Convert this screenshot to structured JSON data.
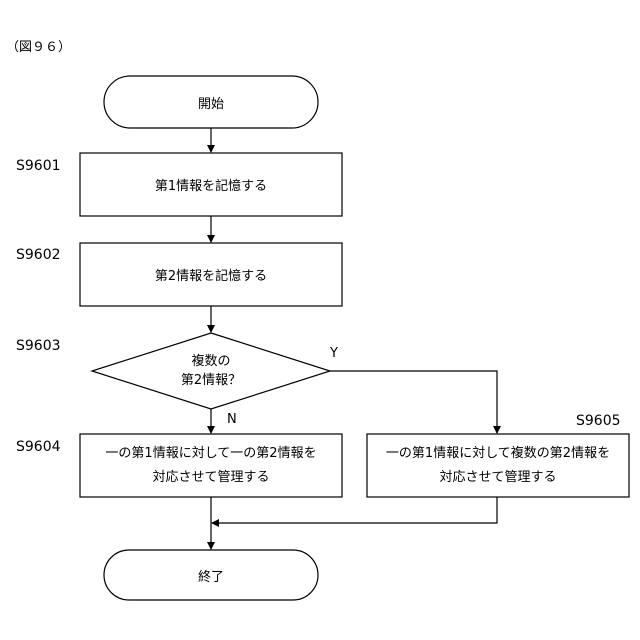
{
  "figure_label": "（図９６）",
  "nodes": {
    "start": "開始",
    "s9601": "第1情報を記憶する",
    "s9602": "第2情報を記憶する",
    "decision_line1": "複数の",
    "decision_line2": "第2情報？",
    "s9604_line1": "一の第1情報に対して一の第2情報を",
    "s9604_line2": "対応させて管理する",
    "s9605_line1": "一の第1情報に対して複数の第2情報を",
    "s9605_line2": "対応させて管理する",
    "end": "終了"
  },
  "step_labels": {
    "s9601": "S9601",
    "s9602": "S9602",
    "s9603": "S9603",
    "s9604": "S9604",
    "s9605": "S9605"
  },
  "branch_labels": {
    "yes": "Y",
    "no": "N"
  }
}
